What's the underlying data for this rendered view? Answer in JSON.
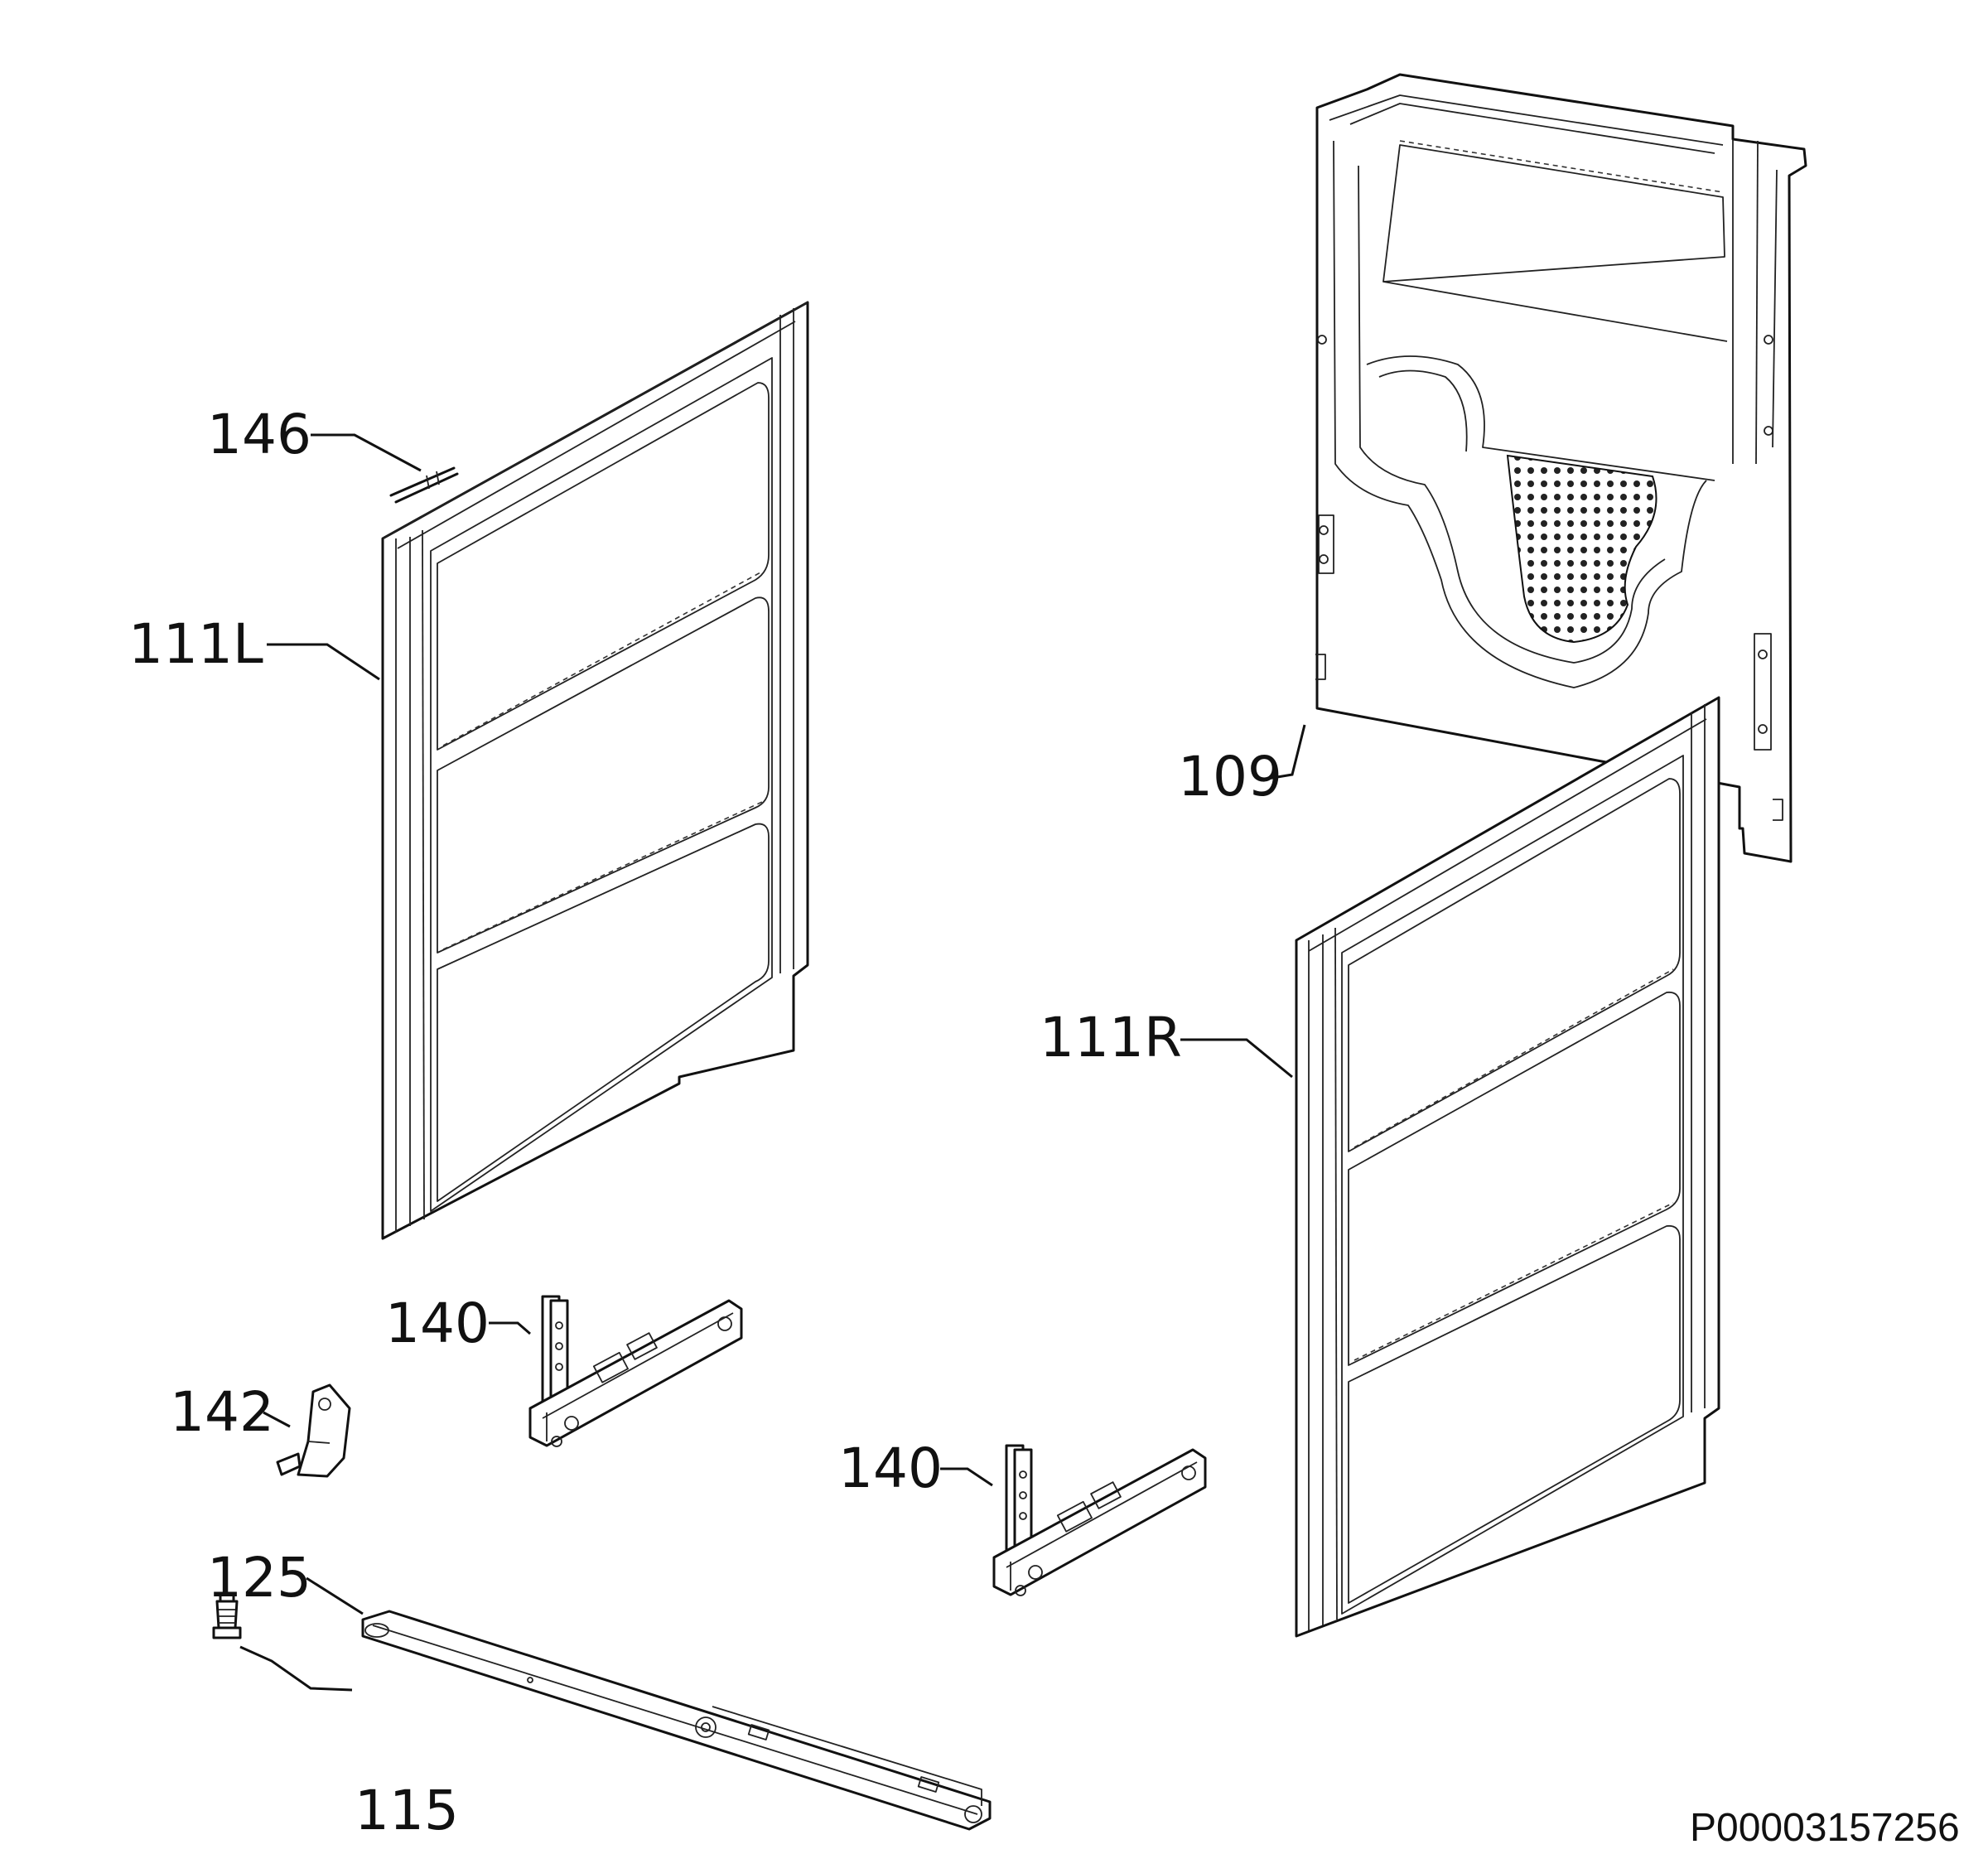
{
  "labels": {
    "p146": "146",
    "p111L": "111L",
    "p109": "109",
    "p111R": "111R",
    "p140a": "140",
    "p142": "142",
    "p140b": "140",
    "p125": "125",
    "p115": "115"
  },
  "document_code": "P00003157256",
  "colors": {
    "line": "#111111",
    "background": "#ffffff"
  }
}
